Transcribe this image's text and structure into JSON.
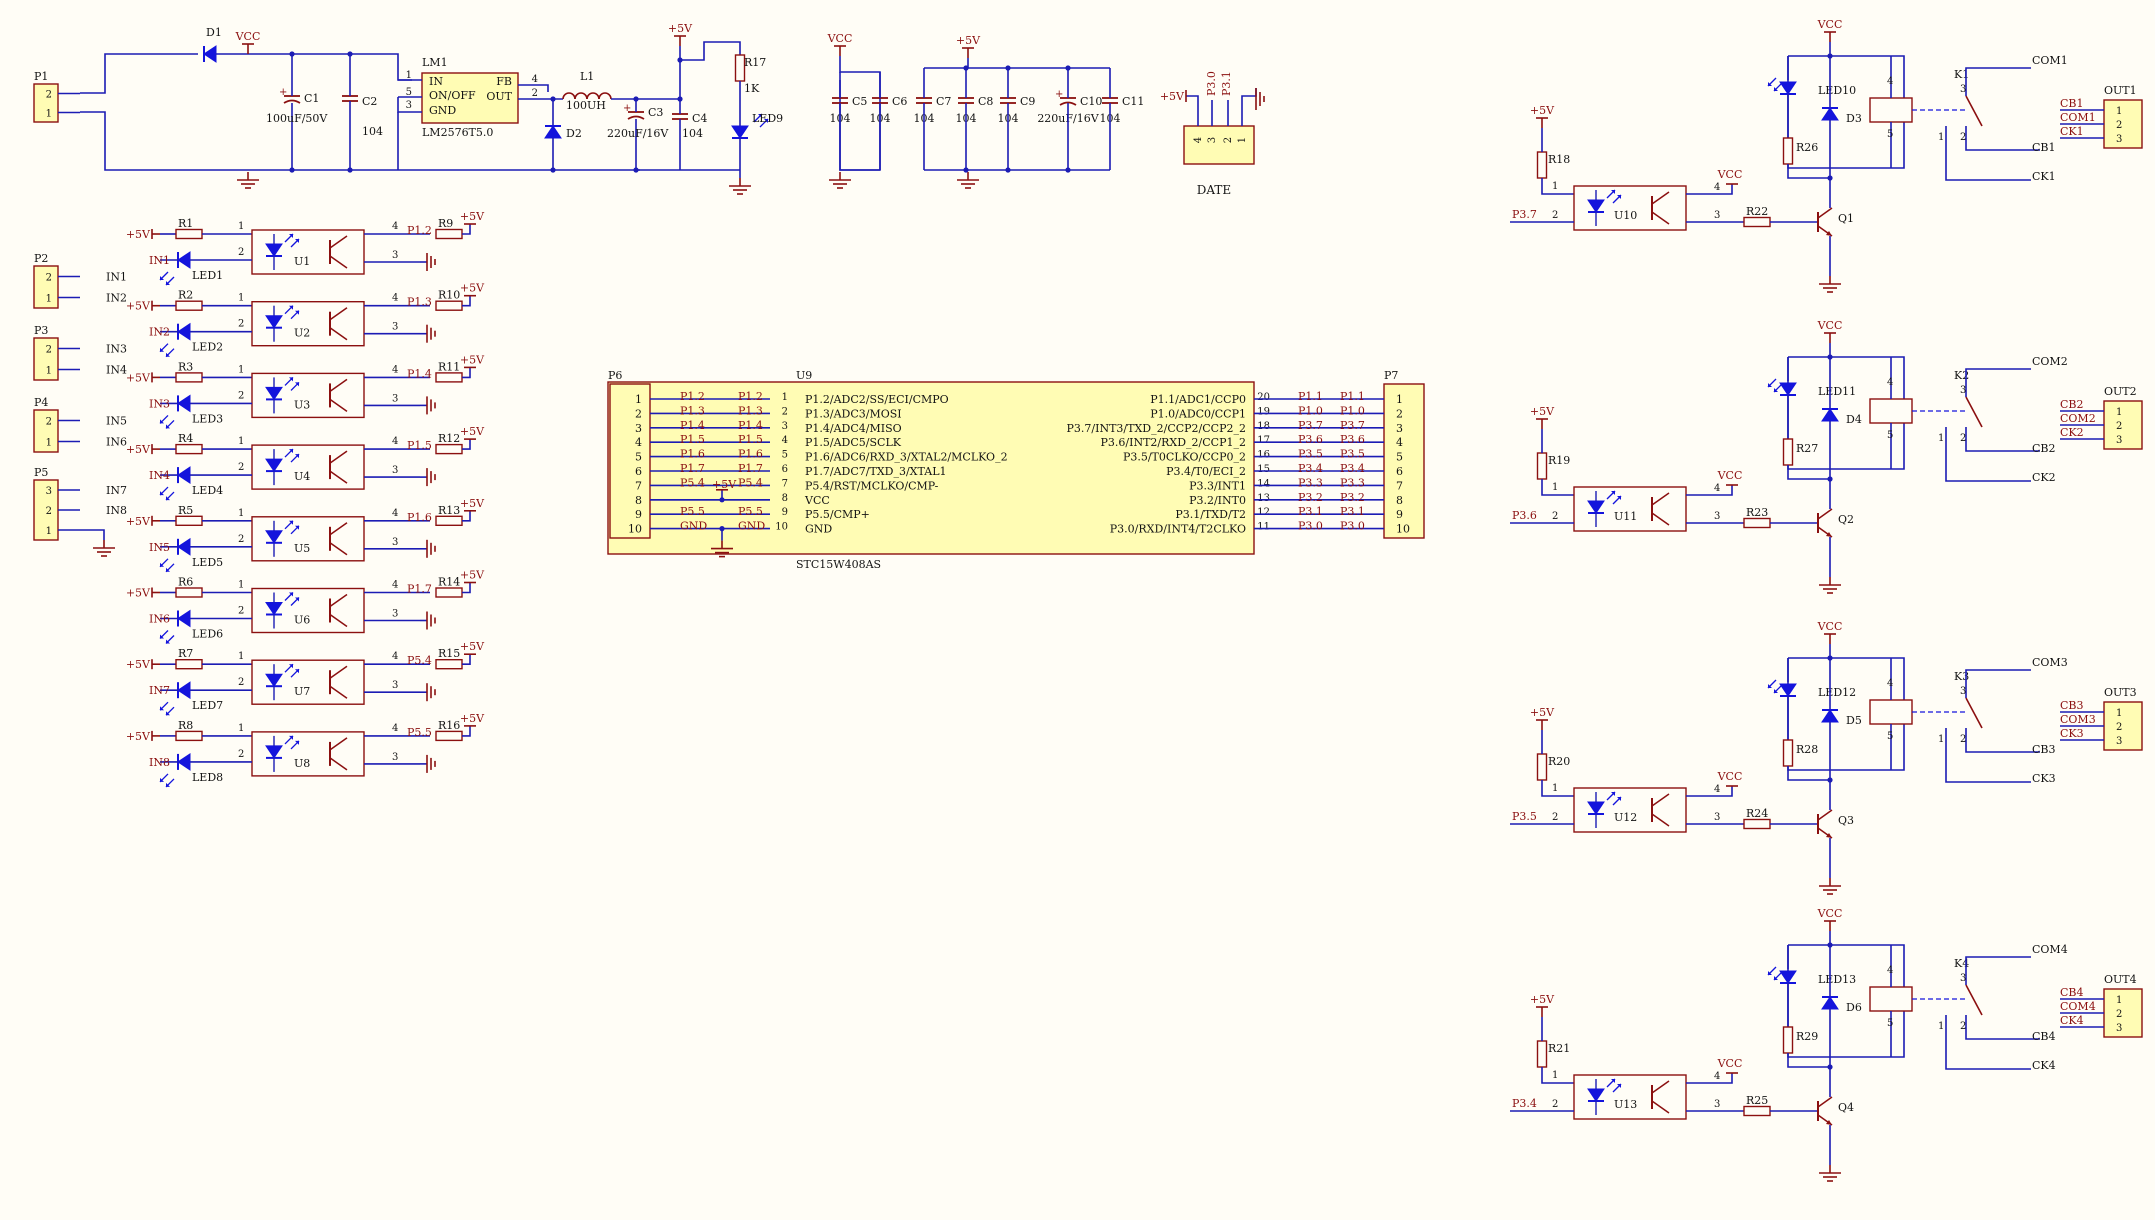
{
  "power": {
    "p1_ref": "P1",
    "p1_pins": [
      "2",
      "1"
    ],
    "d1_ref": "D1",
    "vcc": "VCC",
    "c1_ref": "C1",
    "c1_val": "100uF/50V",
    "c2_ref": "C2",
    "c2_val": "104",
    "lm1_ref": "LM1",
    "lm1_part": "LM2576T5.0",
    "lm1_in": "IN",
    "lm1_onoff": "ON/OFF",
    "lm1_gnd": "GND",
    "lm1_fb": "FB",
    "lm1_out": "OUT",
    "lm1_pins": [
      "1",
      "5",
      "3",
      "4",
      "2"
    ],
    "l1_ref": "L1",
    "l1_val": "100UH",
    "d2_ref": "D2",
    "c3_ref": "C3",
    "c3_val": "220uF/16V",
    "c4_ref": "C4",
    "c4_val": "104",
    "p5v": "+5V",
    "r17_ref": "R17",
    "r17_val": "1K",
    "led9_ref": "LED9"
  },
  "decoupling": {
    "vcc": "VCC",
    "p5v": "+5V",
    "caps": [
      {
        "ref": "C5",
        "val": "104"
      },
      {
        "ref": "C6",
        "val": "104"
      },
      {
        "ref": "C7",
        "val": "104"
      },
      {
        "ref": "C8",
        "val": "104"
      },
      {
        "ref": "C9",
        "val": "104"
      },
      {
        "ref": "C10",
        "val": "220uF/16V"
      },
      {
        "ref": "C11",
        "val": "104"
      }
    ]
  },
  "date_conn": {
    "p5v": "+5V",
    "p30": "P3.0",
    "p31": "P3.1",
    "pins": [
      "4",
      "3",
      "2",
      "1"
    ],
    "label": "DATE"
  },
  "inputs": {
    "connectors": [
      {
        "ref": "P2",
        "pins": [
          "2",
          "1"
        ],
        "nets": [
          "IN1",
          "IN2"
        ]
      },
      {
        "ref": "P3",
        "pins": [
          "2",
          "1"
        ],
        "nets": [
          "IN3",
          "IN4"
        ]
      },
      {
        "ref": "P4",
        "pins": [
          "2",
          "1"
        ],
        "nets": [
          "IN5",
          "IN6"
        ]
      },
      {
        "ref": "P5",
        "pins": [
          "3",
          "2",
          "1"
        ],
        "nets": [
          "IN7",
          "IN8"
        ]
      }
    ],
    "channels": [
      {
        "vcc": "+5V",
        "r": "R1",
        "in": "IN1",
        "led": "LED1",
        "u": "U1",
        "port": "P1.2",
        "rp": "R9",
        "pu": "+5V"
      },
      {
        "vcc": "+5V",
        "r": "R2",
        "in": "IN2",
        "led": "LED2",
        "u": "U2",
        "port": "P1.3",
        "rp": "R10",
        "pu": "+5V"
      },
      {
        "vcc": "+5V",
        "r": "R3",
        "in": "IN3",
        "led": "LED3",
        "u": "U3",
        "port": "P1.4",
        "rp": "R11",
        "pu": "+5V"
      },
      {
        "vcc": "+5V",
        "r": "R4",
        "in": "IN4",
        "led": "LED4",
        "u": "U4",
        "port": "P1.5",
        "rp": "R12",
        "pu": "+5V"
      },
      {
        "vcc": "+5V",
        "r": "R5",
        "in": "IN5",
        "led": "LED5",
        "u": "U5",
        "port": "P1.6",
        "rp": "R13",
        "pu": "+5V"
      },
      {
        "vcc": "+5V",
        "r": "R6",
        "in": "IN6",
        "led": "LED6",
        "u": "U6",
        "port": "P1.7",
        "rp": "R14",
        "pu": "+5V"
      },
      {
        "vcc": "+5V",
        "r": "R7",
        "in": "IN7",
        "led": "LED7",
        "u": "U7",
        "port": "P5.4",
        "rp": "R15",
        "pu": "+5V"
      },
      {
        "vcc": "+5V",
        "r": "R8",
        "in": "IN8",
        "led": "LED8",
        "u": "U8",
        "port": "P5.5",
        "rp": "R16",
        "pu": "+5V"
      }
    ],
    "pin_nums": [
      "1",
      "2",
      "3",
      "4"
    ]
  },
  "mcu": {
    "p6_ref": "P6",
    "p7_ref": "P7",
    "u9_ref": "U9",
    "part": "STC15W408AS",
    "p5v": "+5V",
    "left_pins": [
      {
        "num": "1",
        "net": "P1.2",
        "name": "P1.2/ADC2/SS/ECI/CMPO"
      },
      {
        "num": "2",
        "net": "P1.3",
        "name": "P1.3/ADC3/MOSI"
      },
      {
        "num": "3",
        "net": "P1.4",
        "name": "P1.4/ADC4/MISO"
      },
      {
        "num": "4",
        "net": "P1.5",
        "name": "P1.5/ADC5/SCLK"
      },
      {
        "num": "5",
        "net": "P1.6",
        "name": "P1.6/ADC6/RXD_3/XTAL2/MCLKO_2"
      },
      {
        "num": "6",
        "net": "P1.7",
        "name": "P1.7/ADC7/TXD_3/XTAL1"
      },
      {
        "num": "7",
        "net": "P5.4",
        "name": "P5.4/RST/MCLKO/CMP-"
      },
      {
        "num": "8",
        "net": "",
        "name": "VCC"
      },
      {
        "num": "9",
        "net": "P5.5",
        "name": "P5.5/CMP+"
      },
      {
        "num": "10",
        "net": "GND",
        "name": "GND"
      }
    ],
    "right_pins": [
      {
        "num": "20",
        "net": "P1.1",
        "name": "P1.1/ADC1/CCP0"
      },
      {
        "num": "19",
        "net": "P1.0",
        "name": "P1.0/ADC0/CCP1"
      },
      {
        "num": "18",
        "net": "P3.7",
        "name": "P3.7/INT3/TXD_2/CCP2/CCP2_2"
      },
      {
        "num": "17",
        "net": "P3.6",
        "name": "P3.6/INT2/RXD_2/CCP1_2"
      },
      {
        "num": "16",
        "net": "P3.5",
        "name": "P3.5/T0CLKO/CCP0_2"
      },
      {
        "num": "15",
        "net": "P3.4",
        "name": "P3.4/T0/ECI_2"
      },
      {
        "num": "14",
        "net": "P3.3",
        "name": "P3.3/INT1"
      },
      {
        "num": "13",
        "net": "P3.2",
        "name": "P3.2/INT0"
      },
      {
        "num": "12",
        "net": "P3.1",
        "name": "P3.1/TXD/T2"
      },
      {
        "num": "11",
        "net": "P3.0",
        "name": "P3.0/RXD/INT4/T2CLKO"
      }
    ],
    "header_pins": [
      "1",
      "2",
      "3",
      "4",
      "5",
      "6",
      "7",
      "8",
      "9",
      "10"
    ]
  },
  "relays": {
    "channels": [
      {
        "vcc": "VCC",
        "led": "LED10",
        "d": "D3",
        "r_led": "R26",
        "k": "K1",
        "com": "COM1",
        "cb": "CB1",
        "ck": "CK1",
        "out": "OUT1",
        "pu": "+5V",
        "rp": "R18",
        "u": "U10",
        "port": "P3.7",
        "vcc2": "VCC",
        "rb": "R22",
        "q": "Q1"
      },
      {
        "vcc": "VCC",
        "led": "LED11",
        "d": "D4",
        "r_led": "R27",
        "k": "K2",
        "com": "COM2",
        "cb": "CB2",
        "ck": "CK2",
        "out": "OUT2",
        "pu": "+5V",
        "rp": "R19",
        "u": "U11",
        "port": "P3.6",
        "vcc2": "VCC",
        "rb": "R23",
        "q": "Q2"
      },
      {
        "vcc": "VCC",
        "led": "LED12",
        "d": "D5",
        "r_led": "R28",
        "k": "K3",
        "com": "COM3",
        "cb": "CB3",
        "ck": "CK3",
        "out": "OUT3",
        "pu": "+5V",
        "rp": "R20",
        "u": "U12",
        "port": "P3.5",
        "vcc2": "VCC",
        "rb": "R24",
        "q": "Q3"
      },
      {
        "vcc": "VCC",
        "led": "LED13",
        "d": "D6",
        "r_led": "R29",
        "k": "K4",
        "com": "COM4",
        "cb": "CB4",
        "ck": "CK4",
        "out": "OUT4",
        "pu": "+5V",
        "rp": "R21",
        "u": "U13",
        "port": "P3.4",
        "vcc2": "VCC",
        "rb": "R25",
        "q": "Q4"
      }
    ],
    "relay_pins": [
      "4",
      "5",
      "3",
      "1",
      "2"
    ],
    "out_pins": [
      "1",
      "2",
      "3"
    ],
    "opto_pins": [
      "1",
      "2",
      "4",
      "3"
    ]
  },
  "colors": {
    "wire": "#1c1cb4",
    "part": "#8b1010",
    "component_fill": "#fffcb4",
    "text": "#141414",
    "net_label": "#8b1010",
    "led_fill": "#1414dc"
  }
}
